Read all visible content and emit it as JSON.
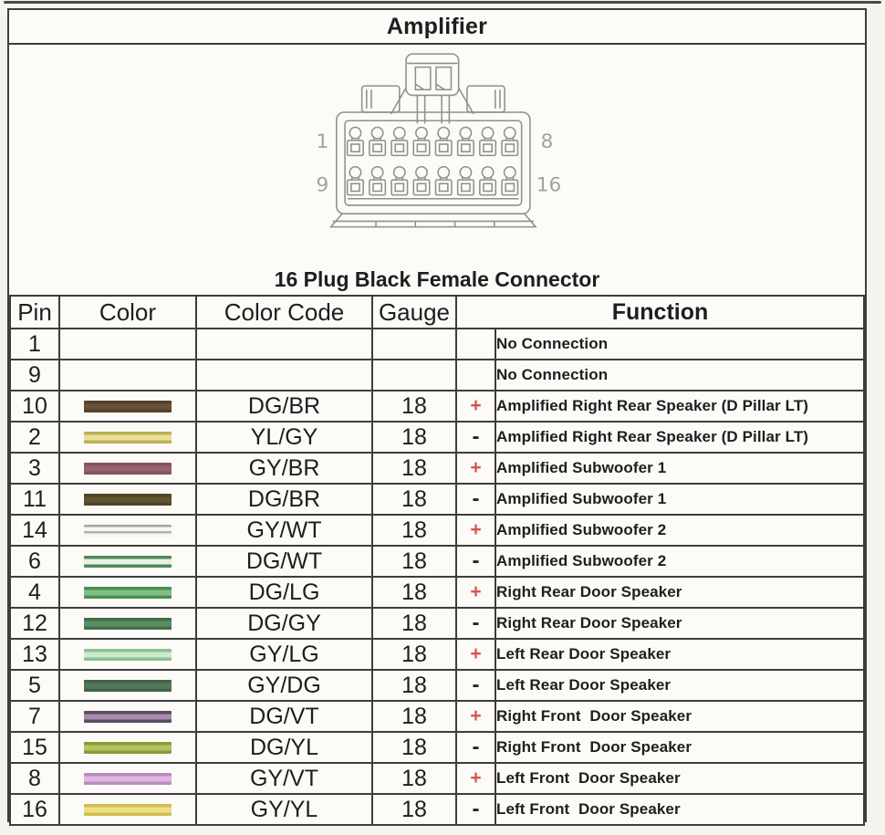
{
  "title": "Amplifier",
  "connector": {
    "caption": "16 Plug Black Female Connector",
    "rows": 2,
    "pins_per_row": 8,
    "labels": {
      "top_left": "1",
      "top_right": "8",
      "bottom_left": "9",
      "bottom_right": "16"
    },
    "outline_color": "#8f8f8d",
    "label_color": "#a3a29f"
  },
  "table": {
    "headers": {
      "pin": "Pin",
      "color": "Color",
      "color_code": "Color Code",
      "gauge": "Gauge",
      "function": "Function"
    },
    "polarity_plus_color": "#d9534f",
    "polarity_minus_color": "#252525",
    "grid_color": "#3d3d3b",
    "rows": [
      {
        "pin": "1",
        "color_code": "",
        "gauge": "",
        "polarity": "",
        "function": "No Connection",
        "swatch": null
      },
      {
        "pin": "9",
        "color_code": "",
        "gauge": "",
        "polarity": "",
        "function": "No Connection",
        "swatch": null
      },
      {
        "pin": "10",
        "color_code": "DG/BR",
        "gauge": "18",
        "polarity": "+",
        "function": "Amplified Right Rear Speaker (D Pillar LT)",
        "swatch": {
          "variant": "striped",
          "c1": "#55412e",
          "c2": "#6b5138"
        }
      },
      {
        "pin": "2",
        "color_code": "YL/GY",
        "gauge": "18",
        "polarity": "-",
        "function": "Amplified Right Rear Speaker (D Pillar LT)",
        "swatch": {
          "variant": "striped",
          "c1": "#bcb155",
          "c2": "#e9e198"
        }
      },
      {
        "pin": "3",
        "color_code": "GY/BR",
        "gauge": "18",
        "polarity": "+",
        "function": "Amplified Subwoofer 1",
        "swatch": {
          "variant": "striped",
          "c1": "#82545e",
          "c2": "#96646c"
        }
      },
      {
        "pin": "11",
        "color_code": "DG/BR",
        "gauge": "18",
        "polarity": "-",
        "function": "Amplified Subwoofer 1",
        "swatch": {
          "variant": "striped",
          "c1": "#4f4427",
          "c2": "#625434"
        }
      },
      {
        "pin": "14",
        "color_code": "GY/WT",
        "gauge": "18",
        "polarity": "+",
        "function": "Amplified Subwoofer 2",
        "swatch": {
          "variant": "twin",
          "c1": "#a7a59d",
          "c2": "#b0b2a4"
        }
      },
      {
        "pin": "6",
        "color_code": "DG/WT",
        "gauge": "18",
        "polarity": "-",
        "function": "Amplified Subwoofer 2",
        "swatch": {
          "variant": "striped",
          "c1": "#4f8a58",
          "c2": "#e9efe6"
        }
      },
      {
        "pin": "4",
        "color_code": "DG/LG",
        "gauge": "18",
        "polarity": "+",
        "function": "Right Rear Door Speaker",
        "swatch": {
          "variant": "striped",
          "c1": "#48904f",
          "c2": "#83bd88"
        }
      },
      {
        "pin": "12",
        "color_code": "DG/GY",
        "gauge": "18",
        "polarity": "-",
        "function": "Right Rear Door Speaker",
        "swatch": {
          "variant": "striped",
          "c1": "#436e49",
          "c2": "#5b8f62"
        }
      },
      {
        "pin": "13",
        "color_code": "GY/LG",
        "gauge": "18",
        "polarity": "+",
        "function": "Left Rear Door Speaker",
        "swatch": {
          "variant": "striped",
          "c1": "#8cc191",
          "c2": "#cfe9d0"
        }
      },
      {
        "pin": "5",
        "color_code": "GY/DG",
        "gauge": "18",
        "polarity": "-",
        "function": "Left Rear Door Speaker",
        "swatch": {
          "variant": "striped",
          "c1": "#40634a",
          "c2": "#527a58"
        }
      },
      {
        "pin": "7",
        "color_code": "DG/VT",
        "gauge": "18",
        "polarity": "+",
        "function": "Right Front  Door Speaker",
        "swatch": {
          "variant": "striped",
          "c1": "#584c60",
          "c2": "#a98bae"
        }
      },
      {
        "pin": "15",
        "color_code": "DG/YL",
        "gauge": "18",
        "polarity": "-",
        "function": "Right Front  Door Speaker",
        "swatch": {
          "variant": "striped",
          "c1": "#869c3c",
          "c2": "#b4c45f"
        }
      },
      {
        "pin": "8",
        "color_code": "GY/VT",
        "gauge": "18",
        "polarity": "+",
        "function": "Left Front  Door Speaker",
        "swatch": {
          "variant": "striped",
          "c1": "#bd8ac0",
          "c2": "#dcb9de"
        }
      },
      {
        "pin": "16",
        "color_code": "GY/YL",
        "gauge": "18",
        "polarity": "-",
        "function": "Left Front  Door Speaker",
        "swatch": {
          "variant": "striped",
          "c1": "#d3bd50",
          "c2": "#ecdf85"
        }
      }
    ]
  }
}
